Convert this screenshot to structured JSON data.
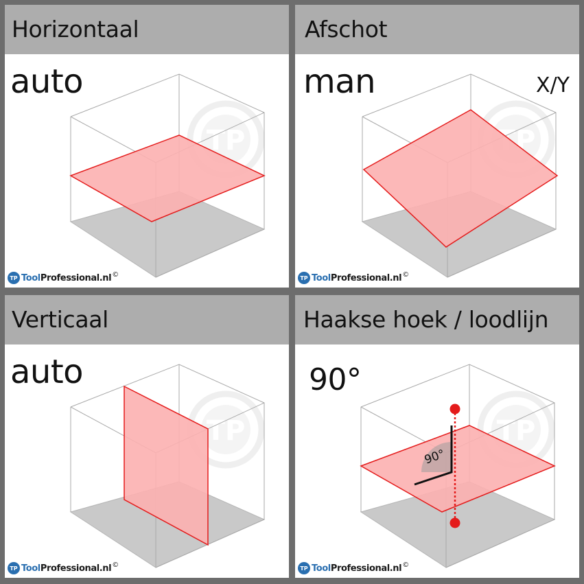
{
  "panels": [
    {
      "title": "Horizontaal",
      "mode": "auto",
      "axis": "",
      "plane": "horizontal"
    },
    {
      "title": "Afschot",
      "mode": "man",
      "axis": "X/Y",
      "plane": "tilted"
    },
    {
      "title": "Verticaal",
      "mode": "auto",
      "axis": "",
      "plane": "vertical"
    },
    {
      "title": "Haakse hoek / loodlijn",
      "mode": "90°",
      "axis": "",
      "plane": "right-angle",
      "angle_label": "90°"
    }
  ],
  "watermark": {
    "text": "TP"
  },
  "brand": {
    "logo": "TP",
    "tool": "Tool",
    "professional": "Professional.nl",
    "copyright": "©"
  },
  "colors": {
    "laser_fill": "#fcb0b0",
    "laser_stroke": "#e41b1b",
    "floor": "#c9c9c9",
    "header": "#adadad",
    "frame": "#6d6d6d"
  }
}
